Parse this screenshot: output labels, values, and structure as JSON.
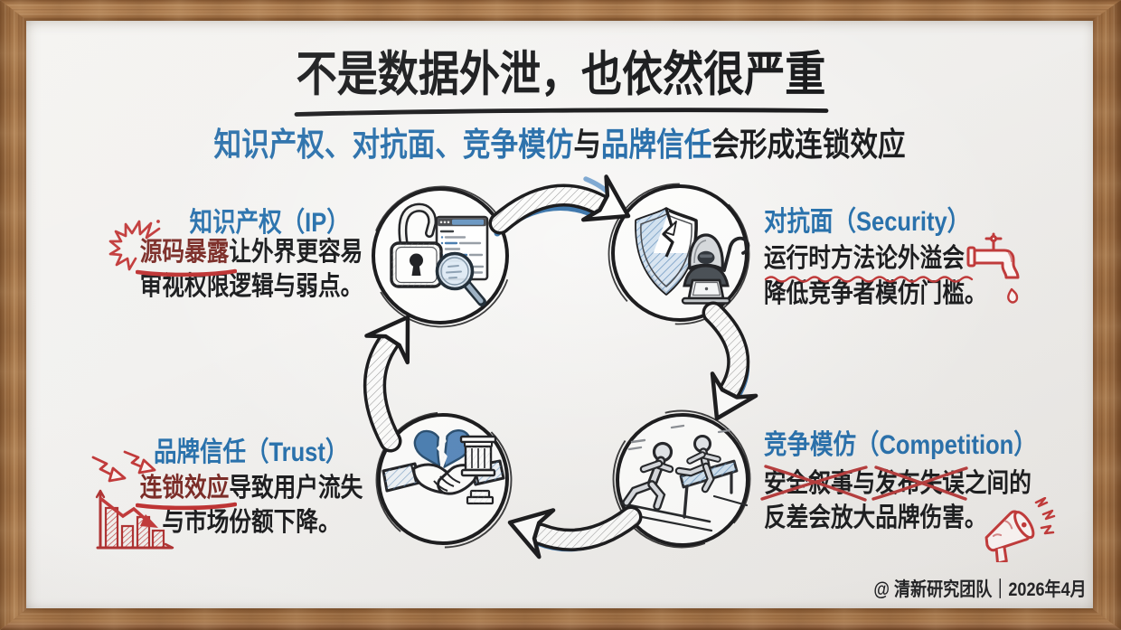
{
  "title": "不是数据外泄，也依然很严重",
  "subtitle": {
    "part1": "知识产权、对抗面、竞争模仿",
    "part2": "与",
    "part3": "品牌信任",
    "part4": "会形成连锁效应"
  },
  "nodes": {
    "ip": {
      "heading": "知识产权（IP）",
      "line1_highlight": "源码暴露",
      "line1_rest": "让外界更容易",
      "line2": "审视权限逻辑与弱点。",
      "icons": [
        "burst-icon",
        "open-padlock",
        "code-window",
        "magnifier"
      ]
    },
    "security": {
      "heading": "对抗面（Security）",
      "line1": "运行时方法论外溢会",
      "line2": "降低竞争者模仿门槛。",
      "icons": [
        "cracked-shield",
        "hacker-laptop",
        "faucet-icon"
      ]
    },
    "competition": {
      "heading": "竞争模仿（Competition）",
      "line1_strike1": "安全叙事",
      "line1_mid": "与",
      "line1_strike2": "发布失误",
      "line1_rest": "之间的",
      "line2": "反差会放大品牌伤害。",
      "icons": [
        "hurdle-runners",
        "megaphone-icon"
      ]
    },
    "trust": {
      "heading": "品牌信任（Trust）",
      "line1_highlight": "连锁效应",
      "line1_rest": "导致用户流失",
      "line2": "与市场份额下降。",
      "icons": [
        "broken-heart",
        "handshake",
        "column",
        "zigzag-arrows-icon",
        "declining-chart-icon"
      ]
    }
  },
  "cycle_order": [
    "ip",
    "security",
    "competition",
    "trust"
  ],
  "footer": "@ 清新研究团队｜2026年4月",
  "colors": {
    "board": "#f1f0ee",
    "ink": "#1d1e20",
    "blue_accent": "#2a72ad",
    "steel_blue": "#4a80b4",
    "red_accent": "#c23b3b",
    "dark_red_text": "#7c2d28",
    "wood": "#a0714a"
  }
}
